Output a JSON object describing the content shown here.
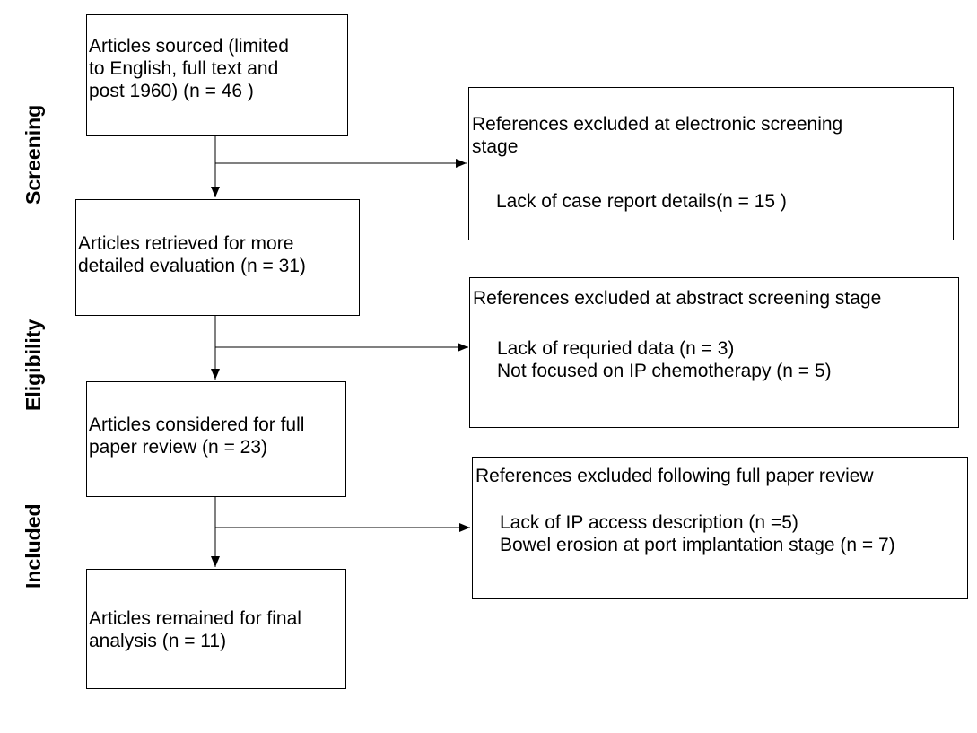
{
  "stages": [
    "Screening",
    "Eligibility",
    "Included"
  ],
  "flow": [
    {
      "lines": [
        "Articles sourced (limited",
        "to English, full text and",
        "post 1960) (n = 46 )"
      ]
    },
    {
      "lines": [
        "Articles retrieved for more",
        "detailed evaluation (n = 31)"
      ]
    },
    {
      "lines": [
        "Articles considered for full",
        "paper review (n = 23)"
      ]
    },
    {
      "lines": [
        "Articles remained for final",
        "analysis (n = 11)"
      ]
    }
  ],
  "exclusions": [
    {
      "title_lines": [
        "References excluded at electronic screening",
        "stage"
      ],
      "items": [
        "Lack of case report details(n = 15 )"
      ]
    },
    {
      "title_lines": [
        "References excluded at abstract screening stage"
      ],
      "items": [
        "Lack of requried data (n = 3)",
        "Not focused on IP chemotherapy (n = 5)"
      ]
    },
    {
      "title_lines": [
        "References excluded following full paper review"
      ],
      "items": [
        "Lack of IP access description (n =5)",
        "Bowel erosion at port implantation stage (n = 7)"
      ]
    }
  ]
}
